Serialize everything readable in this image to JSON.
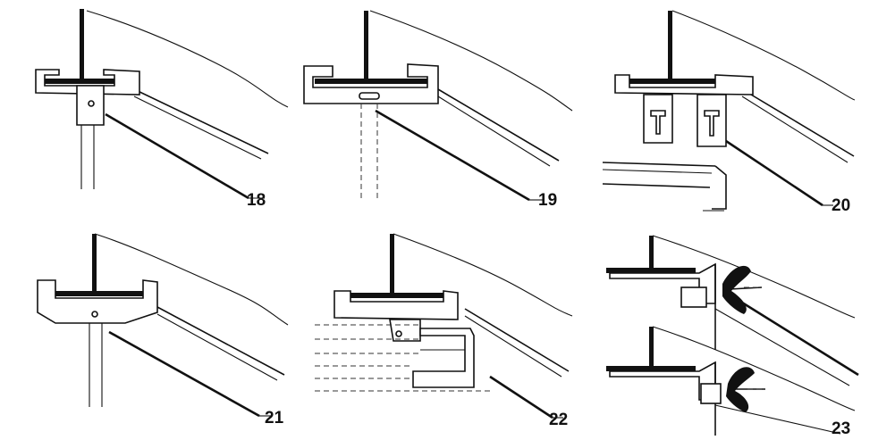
{
  "figures": [
    {
      "label": "18"
    },
    {
      "label": "19"
    },
    {
      "label": "20"
    },
    {
      "label": "21"
    },
    {
      "label": "22"
    },
    {
      "label": "23"
    }
  ]
}
